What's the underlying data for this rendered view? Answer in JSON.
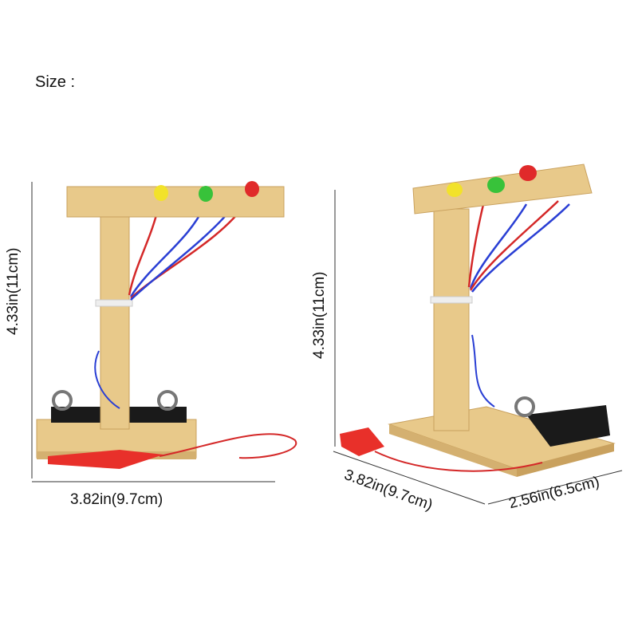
{
  "heading": "Size :",
  "dimensions": {
    "left_height": "4.33in(11cm)",
    "left_width": "3.82in(9.7cm)",
    "right_height": "4.33in(11cm)",
    "right_width": "3.82in(9.7cm)",
    "right_depth": "2.56in(6.5cm)"
  },
  "colors": {
    "wood": "#e8c98a",
    "wood_dark": "#c9a15e",
    "led_yellow": "#f2e22a",
    "led_green": "#38c23a",
    "led_red": "#e02a2a",
    "wire_red": "#d42828",
    "wire_blue": "#2a3fd4",
    "clip_red": "#e8302a"
  }
}
